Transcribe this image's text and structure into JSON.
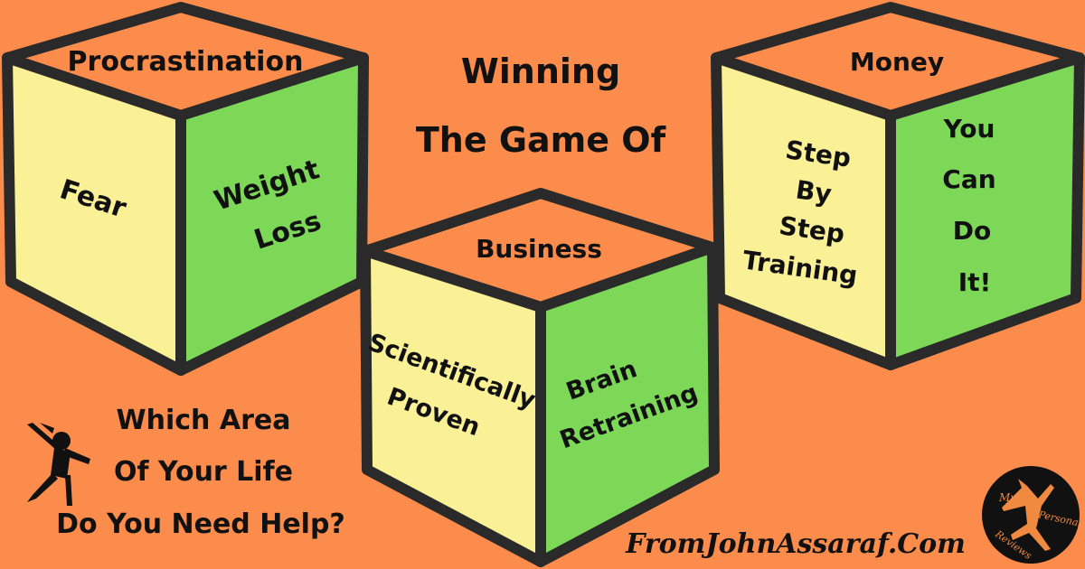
{
  "colors": {
    "background": "#fb8c4b",
    "left_face": "#faf096",
    "right_face": "#7dd858",
    "outline": "#2a2a2a"
  },
  "title": {
    "line1": "Winning",
    "line2": "The Game Of"
  },
  "cubes": [
    {
      "top": "Procrastination",
      "left": [
        "Fear"
      ],
      "right": [
        "Weight",
        "Loss"
      ]
    },
    {
      "top": "Business",
      "left": [
        "Scientifically",
        "Proven"
      ],
      "right": [
        "Brain",
        "Retraining"
      ]
    },
    {
      "top": "Money",
      "left": [
        "Step",
        "By",
        "Step",
        "Training"
      ],
      "right": [
        "You",
        "Can",
        "Do",
        "It!"
      ]
    }
  ],
  "question": {
    "line1": "Which Area",
    "line2": "Of Your Life",
    "line3": "Do You Need Help?"
  },
  "footer": {
    "site": "FromJohnAssaraf.Com"
  },
  "logo": {
    "text": [
      "My",
      "Personal",
      "Reviews"
    ],
    "icon": "flying-fairy-silhouette-icon"
  },
  "decor_icon": "flying-fairy-silhouette-icon"
}
